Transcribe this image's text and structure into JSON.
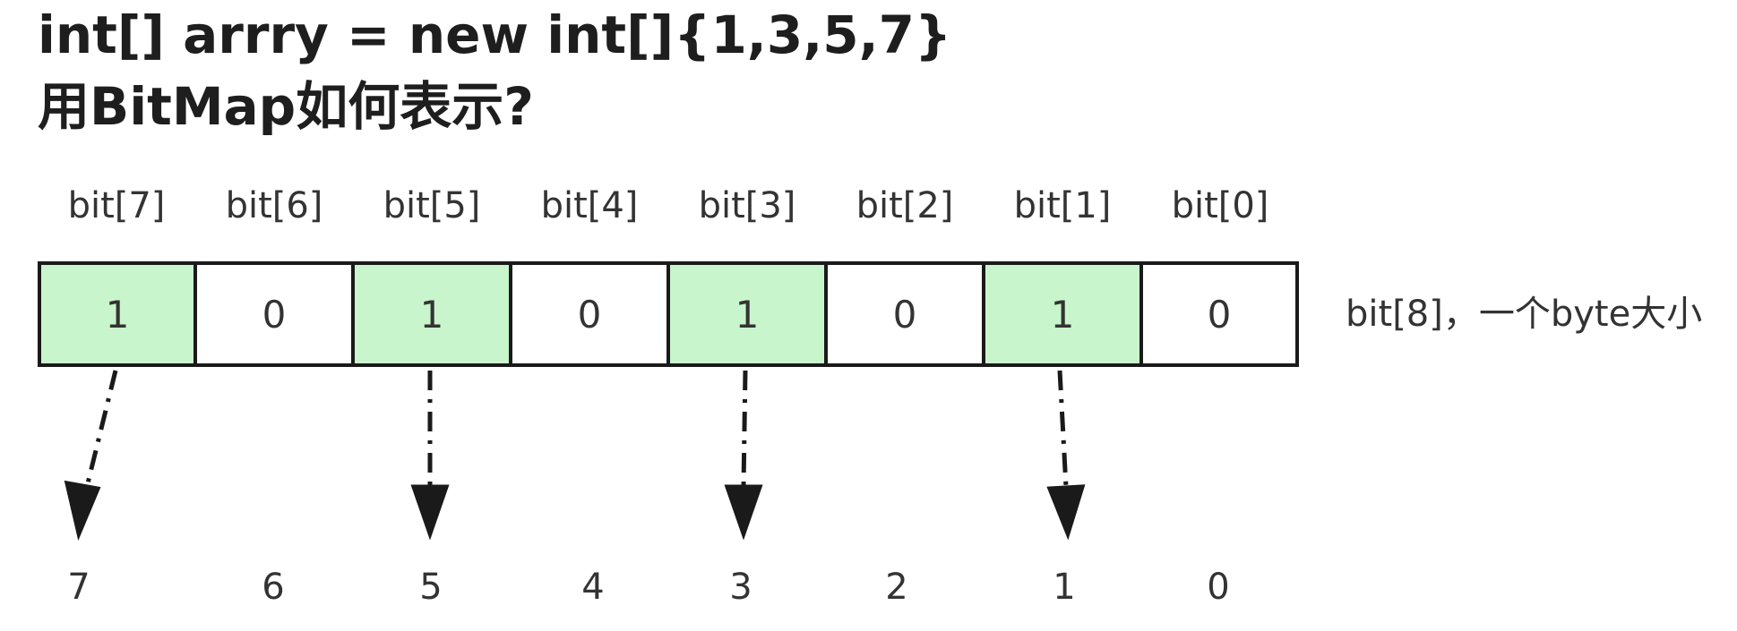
{
  "title": {
    "line1": "int[] arrry = new int[]{1,3,5,7}",
    "line2": "用BitMap如何表示?"
  },
  "bits": [
    {
      "label": "bit[7]",
      "value": "1",
      "set": true,
      "index": "7"
    },
    {
      "label": "bit[6]",
      "value": "0",
      "set": false,
      "index": "6"
    },
    {
      "label": "bit[5]",
      "value": "1",
      "set": true,
      "index": "5"
    },
    {
      "label": "bit[4]",
      "value": "0",
      "set": false,
      "index": "4"
    },
    {
      "label": "bit[3]",
      "value": "1",
      "set": true,
      "index": "3"
    },
    {
      "label": "bit[2]",
      "value": "0",
      "set": false,
      "index": "2"
    },
    {
      "label": "bit[1]",
      "value": "1",
      "set": true,
      "index": "1"
    },
    {
      "label": "bit[0]",
      "value": "0",
      "set": false,
      "index": "0"
    }
  ],
  "byte_caption": "bit[8]，一个byte大小",
  "colors": {
    "set_fill": "#c9f5cd",
    "border": "#1a1a1a",
    "arrow": "#1a1a1a"
  }
}
